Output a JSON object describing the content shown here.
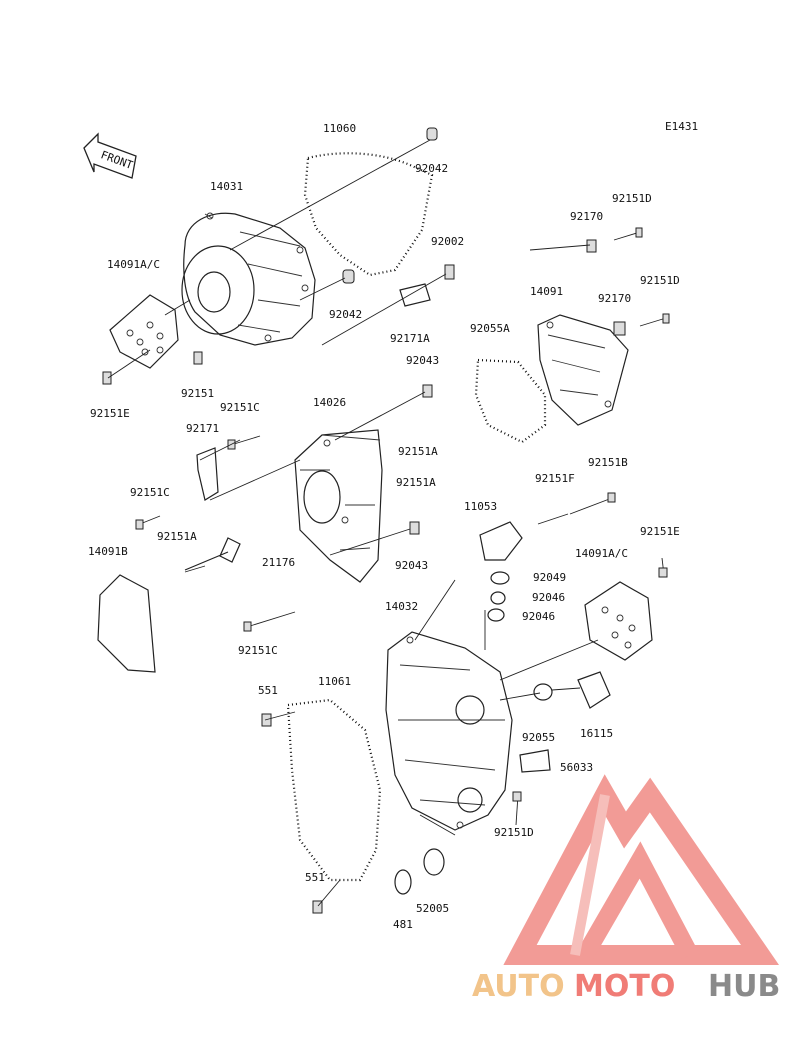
{
  "diagram": {
    "code": "E1431",
    "front_label": "FRONT",
    "labels": {
      "p11060": "11060",
      "p92042_top": "92042",
      "p14031": "14031",
      "p14091ac_left": "14091A/C",
      "p92042_mid": "92042",
      "p92002": "92002",
      "p92151": "92151",
      "p92151e_left": "92151E",
      "p92171a": "92171A",
      "p92043_top": "92043",
      "p92151c_top": "92151C",
      "p14026": "14026",
      "p92171": "92171",
      "p92151a_right": "92151A",
      "p92151c_left": "92151C",
      "p92151a_left": "92151A",
      "p92151a_mid": "92151A",
      "p14091b": "14091B",
      "p21176": "21176",
      "p92043_bot": "92043",
      "p92151c_bot": "92151C",
      "p92170_top": "92170",
      "p92151d_top": "92151D",
      "p14091": "14091",
      "p92170_mid": "92170",
      "p92151d_mid": "92151D",
      "p92055a": "92055A",
      "p92151f": "92151F",
      "p92151b": "92151B",
      "p11053": "11053",
      "p92151e_right": "92151E",
      "p14091ac_right": "14091A/C",
      "p92049": "92049",
      "p92046_a": "92046",
      "p92046_b": "92046",
      "p14032": "14032",
      "p551_top": "551",
      "p11061": "11061",
      "p16115": "16115",
      "p92055": "92055",
      "p56033": "56033",
      "p92151d_bot": "92151D",
      "p551_bot": "551",
      "p481": "481",
      "p52005": "52005"
    }
  },
  "watermark": {
    "part1": "AUTO",
    "part2": "MOTO",
    "part3": "HUB",
    "colors": {
      "auto": "#f2c48a",
      "moto": "#f07c76",
      "hub": "#8a8a8a",
      "logo": "#f08a84"
    }
  }
}
